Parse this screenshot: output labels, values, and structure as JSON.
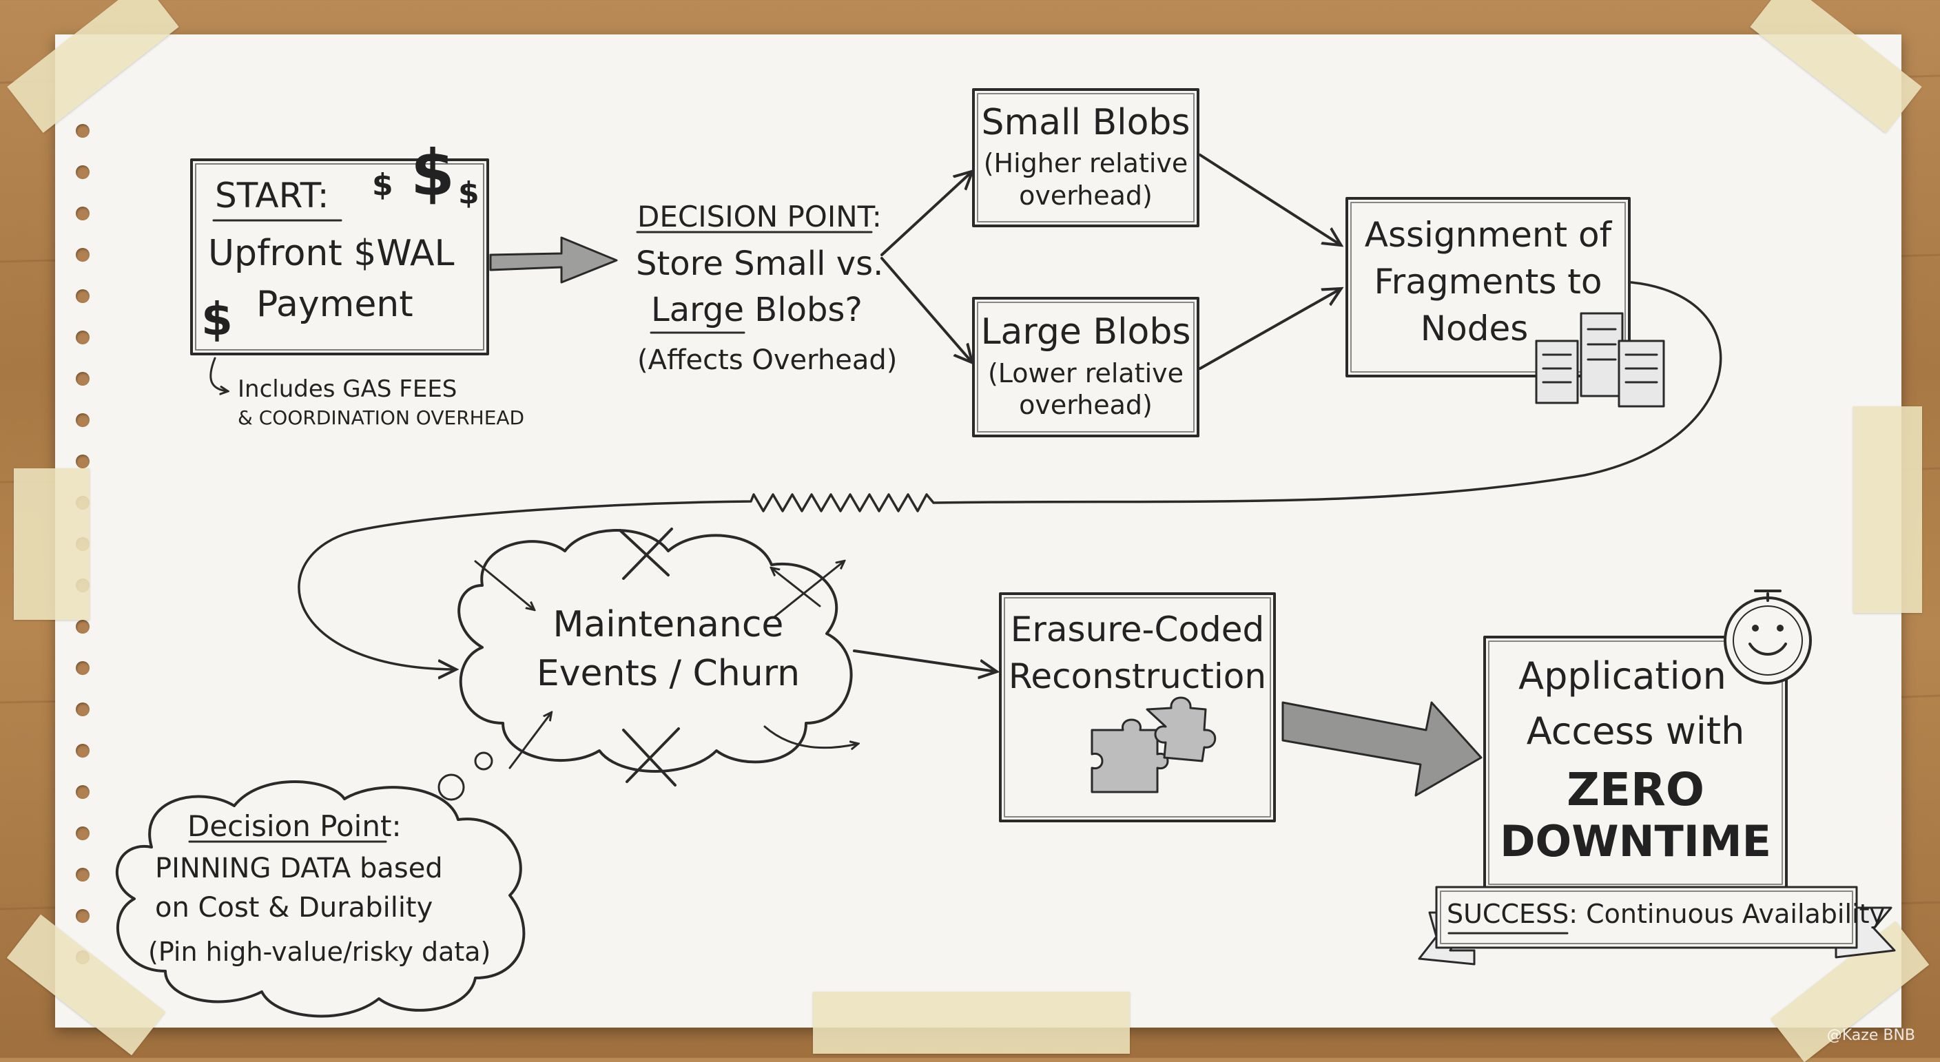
{
  "start": {
    "label": "START:",
    "line1": "Upfront $WAL",
    "line2": "Payment",
    "note_line1": "Includes GAS FEES",
    "note_line2": "& COORDINATION OVERHEAD"
  },
  "decision1": {
    "heading": "DECISION POINT:",
    "line1": "Store Small vs.",
    "line2_large": "Large",
    "line2_rest": " Blobs?",
    "sub": "(Affects Overhead)"
  },
  "small_blobs": {
    "title": "Small Blobs",
    "sub1": "(Higher relative",
    "sub2": "overhead)"
  },
  "large_blobs": {
    "title": "Large Blobs",
    "sub1": "(Lower relative",
    "sub2": "overhead)"
  },
  "assignment": {
    "line1": "Assignment of",
    "line2": "Fragments to",
    "line3": "Nodes"
  },
  "maintenance": {
    "line1": "Maintenance",
    "line2": "Events / Churn"
  },
  "erasure": {
    "line1": "Erasure-Coded",
    "line2": "Reconstruction"
  },
  "application": {
    "line1": "Application",
    "line2": "Access with",
    "line3": "ZERO",
    "line4": "DOWNTIME"
  },
  "success": {
    "label": "SUCCESS",
    "rest": ": Continuous Availability"
  },
  "decision2": {
    "heading": "Decision Point:",
    "line1": "PINNING DATA based",
    "line2": "on Cost & Durability",
    "line3": "(Pin high-value/risky data)"
  },
  "watermark": "@Kaze BNB",
  "icons": [
    "dollar-sign-icon",
    "server-rack-icon",
    "puzzle-icon",
    "clock-icon",
    "cross-icon",
    "burst-arrow-icon"
  ],
  "colors": {
    "ink": "#222222",
    "paper": "#f6f5f1",
    "wood": "#a87844",
    "tape": "#ece2bc"
  }
}
